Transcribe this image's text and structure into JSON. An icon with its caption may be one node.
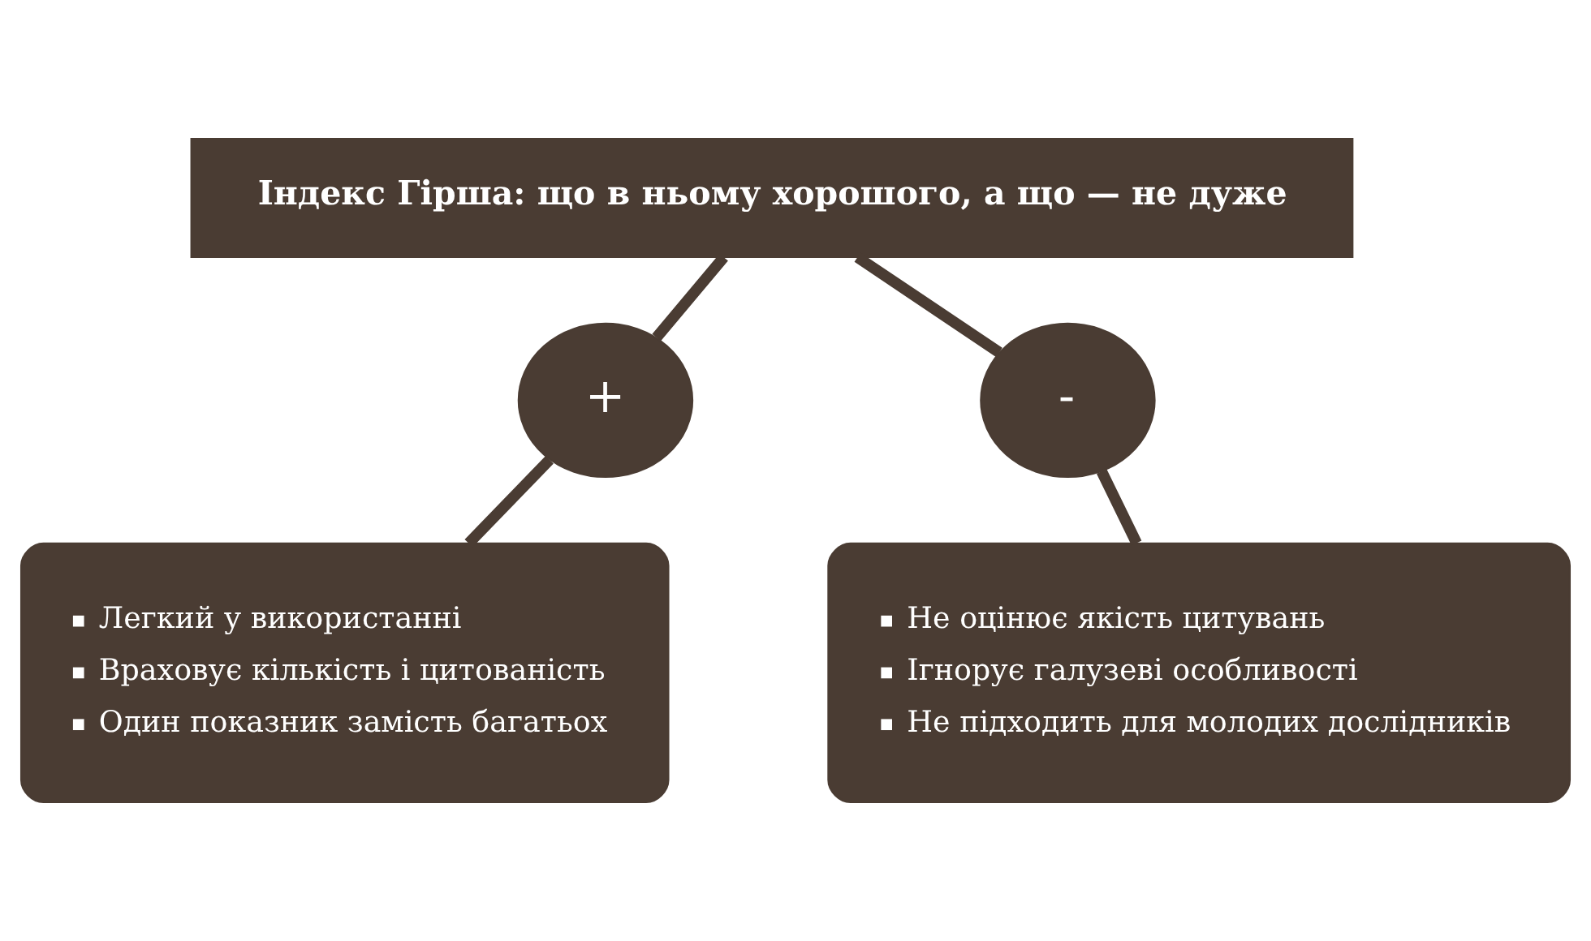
{
  "diagram": {
    "nodes": [
      {
        "text": [
          "Індекс Гірша: що в ньому хорошого, а що — не дуже"
        ]
      },
      {
        "text": [
          "+"
        ]
      },
      {
        "text": [
          "-"
        ]
      },
      {
        "text": [
          "Легкий у використанні",
          "Враховує кількість і цитованість",
          "Один показник замість багатьох"
        ]
      },
      {
        "text": [
          "Не оцінює якість цитувань",
          "Ігнорує галузеві особливості",
          "Не підходить для молодих дослідників"
        ]
      }
    ],
    "edges": [
      {
        "from": 0,
        "to": 1,
        "arrow": "none"
      },
      {
        "from": 1,
        "to": 3,
        "arrow": "none"
      },
      {
        "from": 0,
        "to": 2,
        "arrow": "none"
      },
      {
        "from": 2,
        "to": 4,
        "arrow": "none"
      }
    ]
  }
}
